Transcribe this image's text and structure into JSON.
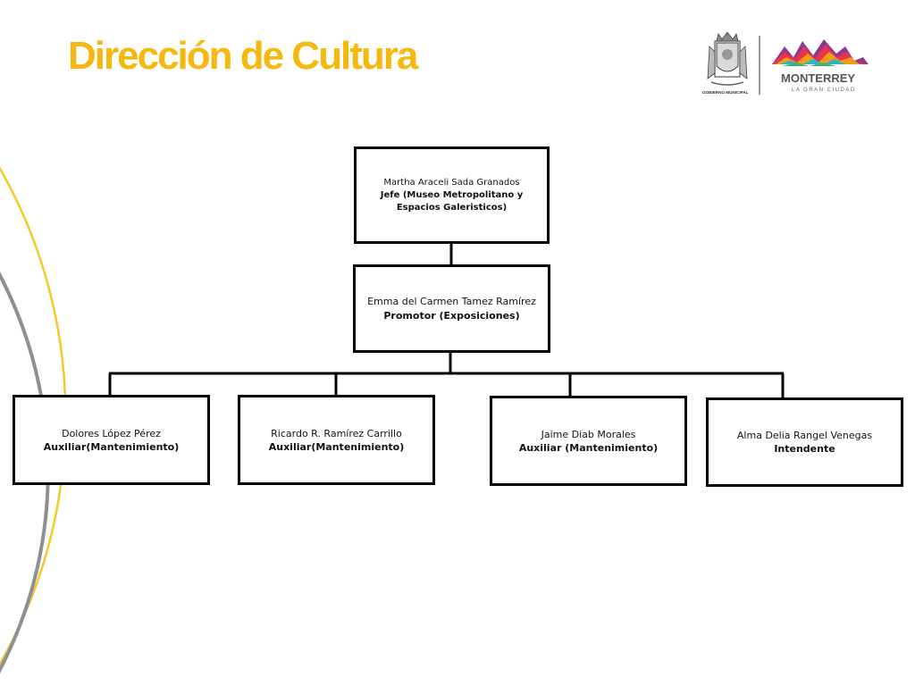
{
  "page": {
    "title": "Dirección de Cultura"
  },
  "colors": {
    "title": "#F5B80F",
    "arc_yellow": "#F2C92A",
    "arc_gray": "#8E8E94",
    "box_border": "#000000",
    "connector": "#000000"
  },
  "logos": {
    "seal_caption": "GOBIERNO MUNICIPAL",
    "brand_name": "MONTERREY",
    "brand_tagline": "LA GRAN CIUDAD"
  },
  "org_chart": {
    "head": {
      "name": "Martha Araceli  Sada Granados",
      "role": "Jefe (Museo Metropolitano y Espacios Galeristicos)"
    },
    "deputy": {
      "name": "Emma del Carmen Tamez Ramírez",
      "role": "Promotor (Exposiciones)"
    },
    "staff": [
      {
        "name": "Dolores López Pérez",
        "role": "Auxiliar(Mantenimiento)"
      },
      {
        "name": "Ricardo R. Ramírez Carrillo",
        "role": "Auxiliar(Mantenimiento)"
      },
      {
        "name": "Jaime Diab Morales",
        "role": "Auxiliar (Mantenimiento)"
      },
      {
        "name": "Alma Delia Rangel Venegas",
        "role": "Intendente"
      }
    ]
  }
}
